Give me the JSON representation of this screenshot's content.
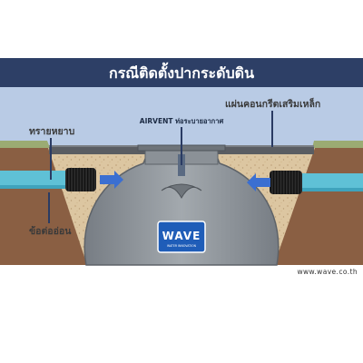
{
  "banner": {
    "title": "กรณีติดตั้งปากระดับดิน"
  },
  "callouts": {
    "sand_fill": "ทรายหยาบ",
    "airvent": "AIRVENT ท่อระบายอากาศ",
    "concrete_slab": "แผ่นคอนกรีตเสริมเหล็ก",
    "flexible_joint": "ข้อต่ออ่อน"
  },
  "logo": {
    "brand": "WAVE",
    "tagline": "WATER INNOVATION"
  },
  "footer": {
    "website": "www.wave.co.th"
  },
  "colors": {
    "banner": "#2d3f66",
    "sky": "#b9cbe5",
    "soil": "#8a5f43",
    "sand": "#ddc7a2",
    "tank": "#8f959b",
    "pipe": "#5fc1d6",
    "arrow": "#3b6fd1",
    "callout_line": "#2a3b63",
    "logo": "#1f5db8"
  }
}
